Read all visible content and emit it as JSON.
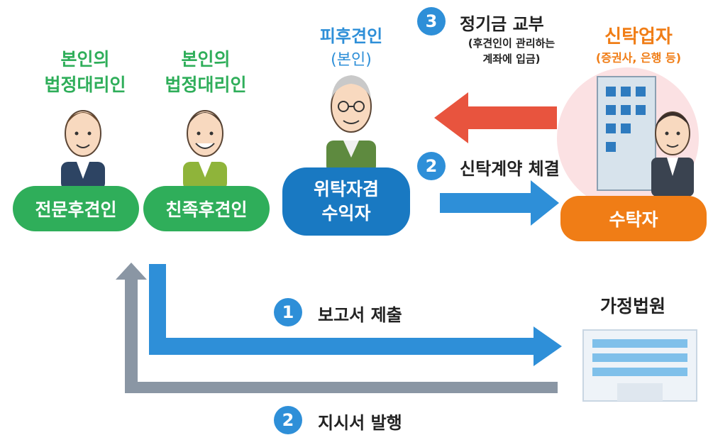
{
  "diagram": {
    "left_label_1": {
      "line1": "본인의",
      "line2": "법정대리인"
    },
    "left_label_2": {
      "line1": "본인의",
      "line2": "법정대리인"
    },
    "ward_label": {
      "line1": "피후견인",
      "line2": "(본인)"
    },
    "trustee_label": {
      "line1": "신탁업자",
      "line2": "(증권사, 은행 등)"
    },
    "pill_professional": "전문후견인",
    "pill_family": "친족후견인",
    "pill_beneficiary": {
      "line1": "위탁자겸",
      "line2": "수익자"
    },
    "pill_trustee": "수탁자",
    "court_label": "가정법원",
    "step3": {
      "num": "3",
      "text": "정기금 교부",
      "note1": "(후견인이 관리하는",
      "note2": "계좌에 입금)"
    },
    "step2_top": {
      "num": "2",
      "text": "신탁계약 체결"
    },
    "step1": {
      "num": "1",
      "text": "보고서 제출"
    },
    "step2_bottom": {
      "num": "2",
      "text": "지시서 발행"
    }
  },
  "colors": {
    "green": "#2fae5a",
    "blue": "#2e8fd8",
    "orange": "#f07d16",
    "red_arrow": "#e8543e",
    "gray_arrow": "#8a96a4"
  }
}
